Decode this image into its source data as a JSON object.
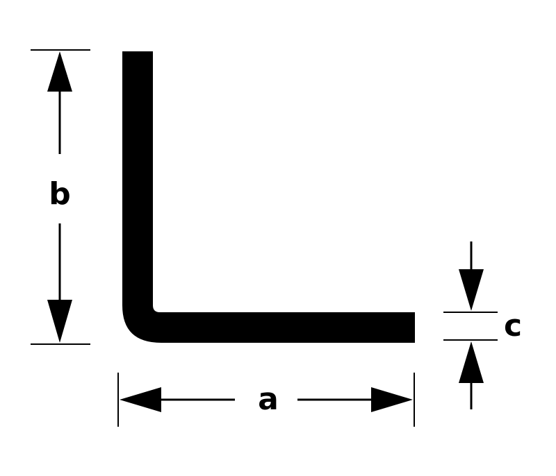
{
  "diagram": {
    "labels": {
      "a": "a",
      "b": "b",
      "c": "c"
    },
    "colors": {
      "profile": "#000000",
      "dimension_lines": "#000000",
      "background": "#ffffff"
    }
  }
}
